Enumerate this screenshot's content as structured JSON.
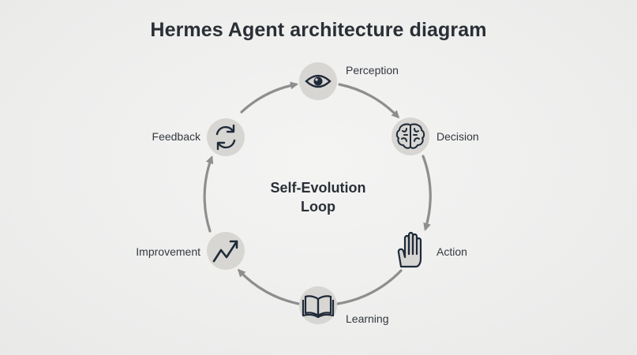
{
  "title": "Hermes Agent architecture diagram",
  "center": {
    "line1": "Self-Evolution",
    "line2": "Loop"
  },
  "nodes": [
    {
      "label": "Perception",
      "icon": "eye-icon"
    },
    {
      "label": "Decision",
      "icon": "brain-icon"
    },
    {
      "label": "Action",
      "icon": "hand-icon"
    },
    {
      "label": "Learning",
      "icon": "book-icon"
    },
    {
      "label": "Improvement",
      "icon": "trend-up-icon"
    },
    {
      "label": "Feedback",
      "icon": "refresh-icon"
    }
  ],
  "colors": {
    "arrow": "#8e8e8e",
    "node_fill": "#d7d6d3",
    "icon": "#1f2a38",
    "text": "#2a2f36"
  }
}
